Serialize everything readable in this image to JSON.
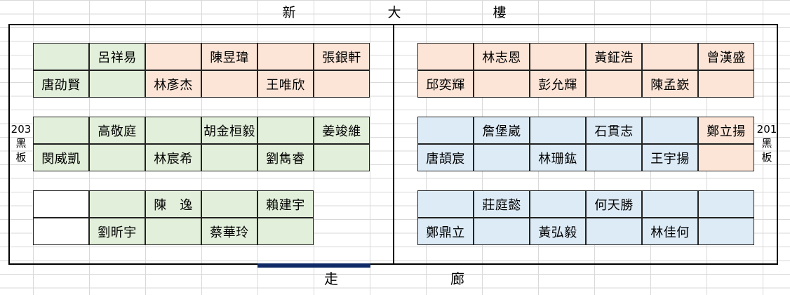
{
  "title": [
    "新",
    "大",
    "樓"
  ],
  "corridor": [
    "走",
    "廊"
  ],
  "board_left": [
    "203",
    "黑",
    "板"
  ],
  "board_right": [
    "201",
    "黑",
    "板"
  ],
  "colors": {
    "green": "#e2efda",
    "orange": "#fce4d6",
    "blue": "#ddebf7",
    "door": "#0f2a66"
  },
  "seats": {
    "left": [
      [
        [
          {
            "n": "",
            "c": "g"
          },
          {
            "n": "呂祥易",
            "c": "g"
          },
          {
            "n": "",
            "c": "o"
          },
          {
            "n": "陳昱瑋",
            "c": "o"
          },
          {
            "n": "",
            "c": "o"
          },
          {
            "n": "張銀軒",
            "c": "o"
          }
        ],
        [
          {
            "n": "唐劭賢",
            "c": "g"
          },
          {
            "n": "",
            "c": "g"
          },
          {
            "n": "林彥杰",
            "c": "o"
          },
          {
            "n": "",
            "c": "o"
          },
          {
            "n": "王唯欣",
            "c": "o"
          },
          {
            "n": "",
            "c": "o"
          }
        ]
      ],
      [
        [
          {
            "n": "",
            "c": "g"
          },
          {
            "n": "高敬庭",
            "c": "g"
          },
          {
            "n": "",
            "c": "g"
          },
          {
            "n": "胡金桓毅",
            "c": "g"
          },
          {
            "n": "",
            "c": "g"
          },
          {
            "n": "姜竣維",
            "c": "g"
          }
        ],
        [
          {
            "n": "閔威凱",
            "c": "g"
          },
          {
            "n": "",
            "c": "g"
          },
          {
            "n": "林宸希",
            "c": "g"
          },
          {
            "n": "",
            "c": "g"
          },
          {
            "n": "劉雋睿",
            "c": "g"
          },
          {
            "n": "",
            "c": "g"
          }
        ]
      ],
      [
        [
          {
            "n": "",
            "c": "w"
          },
          {
            "n": "",
            "c": "g"
          },
          {
            "n": "陳　逸",
            "c": "g"
          },
          {
            "n": "",
            "c": "g"
          },
          {
            "n": "賴建宇",
            "c": "g"
          }
        ],
        [
          {
            "n": "",
            "c": "w"
          },
          {
            "n": "劉昕宇",
            "c": "g"
          },
          {
            "n": "",
            "c": "g"
          },
          {
            "n": "蔡華玲",
            "c": "g"
          },
          {
            "n": "",
            "c": "g"
          }
        ]
      ]
    ],
    "right": [
      [
        [
          {
            "n": "",
            "c": "o"
          },
          {
            "n": "林志恩",
            "c": "o"
          },
          {
            "n": "",
            "c": "o"
          },
          {
            "n": "黃鉦浩",
            "c": "o"
          },
          {
            "n": "",
            "c": "o"
          },
          {
            "n": "曾漢盛",
            "c": "o"
          }
        ],
        [
          {
            "n": "邱奕輝",
            "c": "o"
          },
          {
            "n": "",
            "c": "o"
          },
          {
            "n": "彭允輝",
            "c": "o"
          },
          {
            "n": "",
            "c": "o"
          },
          {
            "n": "陳孟嶔",
            "c": "o"
          },
          {
            "n": "",
            "c": "o"
          }
        ]
      ],
      [
        [
          {
            "n": "",
            "c": "b"
          },
          {
            "n": "詹堡崴",
            "c": "b"
          },
          {
            "n": "",
            "c": "b"
          },
          {
            "n": "石貫志",
            "c": "b"
          },
          {
            "n": "",
            "c": "b"
          },
          {
            "n": "鄭立揚",
            "c": "o"
          }
        ],
        [
          {
            "n": "唐頡宸",
            "c": "b"
          },
          {
            "n": "",
            "c": "b"
          },
          {
            "n": "林珊鈜",
            "c": "b"
          },
          {
            "n": "",
            "c": "b"
          },
          {
            "n": "王宇揚",
            "c": "b"
          },
          {
            "n": "",
            "c": "o"
          }
        ]
      ],
      [
        [
          {
            "n": "",
            "c": "b"
          },
          {
            "n": "莊庭懿",
            "c": "b"
          },
          {
            "n": "",
            "c": "b"
          },
          {
            "n": "何天勝",
            "c": "b"
          },
          {
            "n": "",
            "c": "b"
          },
          {
            "n": "",
            "c": "b"
          }
        ],
        [
          {
            "n": "鄭鼎立",
            "c": "b"
          },
          {
            "n": "",
            "c": "b"
          },
          {
            "n": "黃弘毅",
            "c": "b"
          },
          {
            "n": "",
            "c": "b"
          },
          {
            "n": "林佳何",
            "c": "b"
          },
          {
            "n": "",
            "c": "b"
          }
        ]
      ]
    ]
  }
}
